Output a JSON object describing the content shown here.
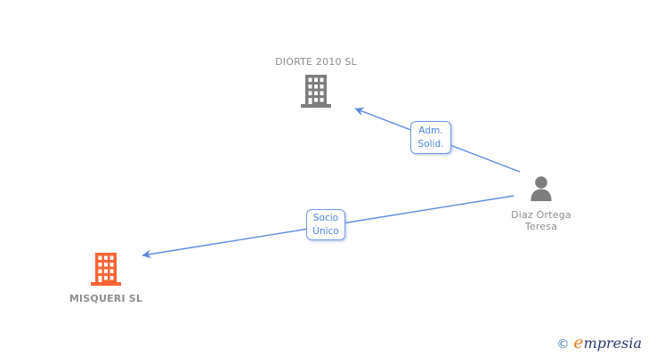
{
  "diagram": {
    "nodes": [
      {
        "id": "diorte",
        "type": "company",
        "label": "DIORTE 2010 SL",
        "icon": "building",
        "icon_color": "#7d7d7d"
      },
      {
        "id": "diaz-ortega-teresa",
        "type": "person",
        "label_line1": "Diaz Ortega",
        "label_line2": "Teresa",
        "icon": "person",
        "icon_color": "#7d7d7d"
      },
      {
        "id": "misqueri",
        "type": "company",
        "label": "MISQUERI SL",
        "icon": "building",
        "icon_color": "#fb6434"
      }
    ],
    "edges": [
      {
        "id": "adm-solid",
        "from": "diaz-ortega-teresa",
        "to": "diorte",
        "label_line1": "Adm.",
        "label_line2": "Solid."
      },
      {
        "id": "socio-unico",
        "from": "diaz-ortega-teresa",
        "to": "misqueri",
        "label_line1": "Socio",
        "label_line2": "Único"
      }
    ]
  },
  "watermark": {
    "copyright_symbol": "©",
    "brand_first_letter": "e",
    "brand_rest": "mpresia"
  },
  "colors": {
    "background": "#ffffff",
    "edge_blue": "#5b8be0",
    "edge_label_border": "#6c9be8",
    "edge_label_text": "#4a85e0",
    "node_text_gray": "#8c8c8c",
    "company_icon_gray": "#7d7d7d",
    "company_icon_orange": "#fb6434",
    "watermark_teal": "#3e7fa6",
    "watermark_orange": "#e8821e",
    "watermark_navy": "#273a6e"
  }
}
